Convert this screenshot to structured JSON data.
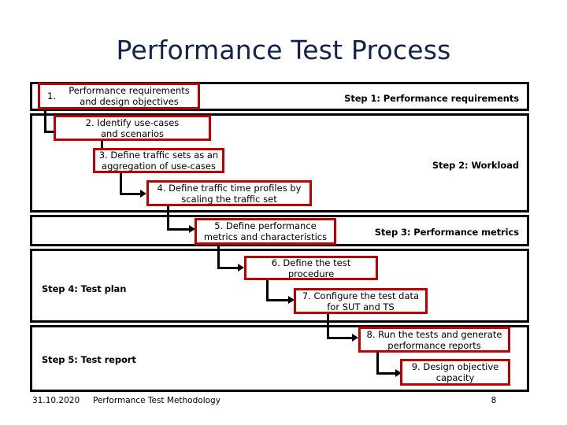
{
  "slide": {
    "title": "Performance Test Process",
    "title_color": "#12224B",
    "box_border_color": "#C00000",
    "band_border_color": "#000000"
  },
  "bands": [
    {
      "label": "Step 1: Performance requirements",
      "align": "right"
    },
    {
      "label": "Step 2: Workload",
      "align": "right"
    },
    {
      "label": "Step 3: Performance metrics",
      "align": "right"
    },
    {
      "label": "Step 4: Test plan",
      "align": "left"
    },
    {
      "label": "Step 5: Test report",
      "align": "left"
    }
  ],
  "steps": [
    {
      "number": "1.",
      "line1": "Performance requirements",
      "line2": "and design objectives"
    },
    {
      "number": "2.",
      "line1": "2. Identify use-cases",
      "line2": "and scenarios"
    },
    {
      "number": "3.",
      "line1": "3. Define traffic sets as an",
      "line2": "aggregation of use-cases"
    },
    {
      "number": "4.",
      "line1": "4. Define traffic time profiles by",
      "line2": "scaling the traffic set"
    },
    {
      "number": "5.",
      "line1": "5. Define performance",
      "line2": "metrics and characteristics"
    },
    {
      "number": "6.",
      "line1": "6. Define the test",
      "line2": "procedure"
    },
    {
      "number": "7.",
      "line1": "7. Configure the test data",
      "line2": "for SUT and TS"
    },
    {
      "number": "8.",
      "line1": "8. Run the tests and generate",
      "line2": "performance reports"
    },
    {
      "number": "9.",
      "line1": "9. Design objective",
      "line2": "capacity"
    }
  ],
  "footer": {
    "date": "31.10.2020",
    "subject": "Performance Test Methodology",
    "page": "8"
  }
}
